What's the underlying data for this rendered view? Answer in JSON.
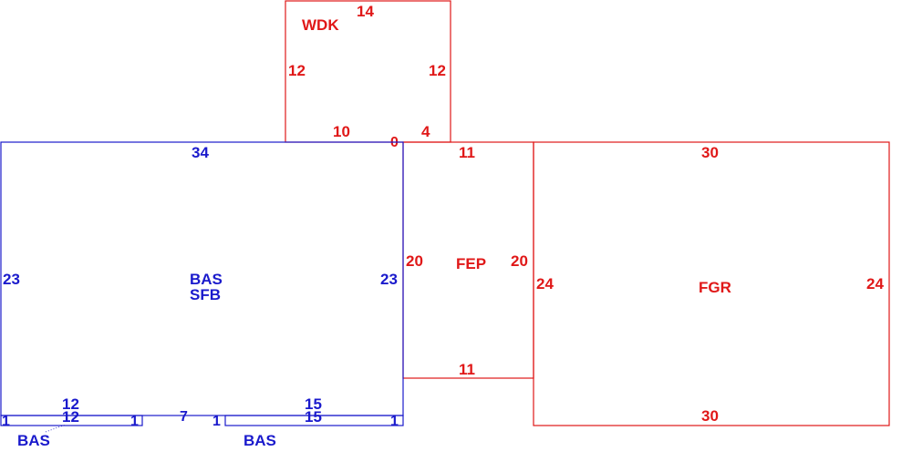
{
  "colors": {
    "blue": "#1a1acc",
    "red": "#e01818"
  },
  "wdk": {
    "label": "WDK",
    "dims": {
      "top": "14",
      "left": "12",
      "right": "12",
      "bottom_left": "10",
      "bottom_right": "4",
      "corner": "0"
    }
  },
  "bas_sfb": {
    "label_1": "BAS",
    "label_2": "SFB",
    "dims": {
      "top": "34",
      "left": "23",
      "right": "23"
    }
  },
  "fep": {
    "label": "FEP",
    "dims": {
      "top": "11",
      "bottom": "11",
      "left": "20",
      "right": "20"
    }
  },
  "fgr": {
    "label": "FGR",
    "dims": {
      "top": "30",
      "bottom": "30",
      "left": "24",
      "right": "24"
    }
  },
  "bas_left": {
    "label": "BAS",
    "dims": {
      "top": "12",
      "bottom": "12",
      "left": "1",
      "right": "1"
    }
  },
  "gap": {
    "dim": "7"
  },
  "bas_right": {
    "label": "BAS",
    "dims": {
      "top": "15",
      "bottom": "15",
      "left": "1",
      "right": "1"
    }
  }
}
